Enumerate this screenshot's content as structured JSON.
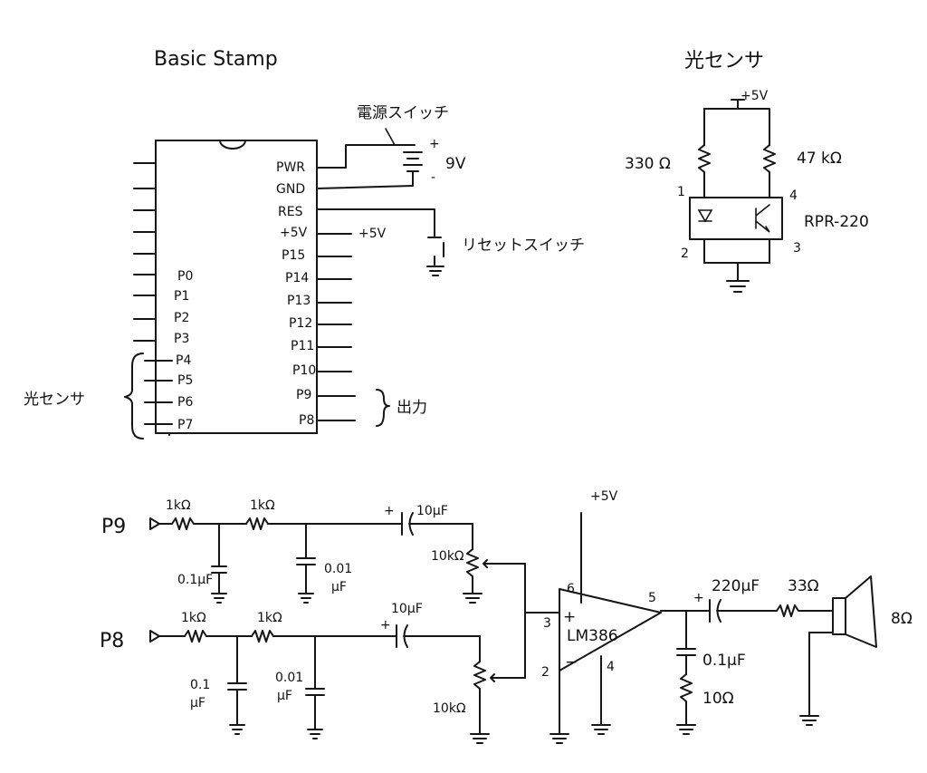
{
  "stamp": {
    "title": "Basic Stamp",
    "left_pins": [
      "P0",
      "P1",
      "P2",
      "P3",
      "P4",
      "P5",
      "P6",
      "P7"
    ],
    "right_pins": [
      "PWR",
      "GND",
      "RES",
      "+5V",
      "P15",
      "P14",
      "P13",
      "P12",
      "P11",
      "P10",
      "P9",
      "P8"
    ],
    "power_switch": "電源スイッチ",
    "battery": "9V",
    "battery_plus": "+",
    "battery_minus": "-",
    "reset_switch": "リセットスイッチ",
    "vcc": "+5V",
    "sensor_group": "光センサ",
    "output_group": "出力"
  },
  "sensor": {
    "title": "光センサ",
    "vcc": "+5V",
    "r1": "330 Ω",
    "r2": "47 kΩ",
    "part": "RPR-220",
    "pin1": "1",
    "pin2": "2",
    "pin3": "3",
    "pin4": "4"
  },
  "amp": {
    "ch1": {
      "input": "P9",
      "r1": "1kΩ",
      "r2": "1kΩ",
      "c1": "0.1μF",
      "c2a": "0.01",
      "c2b": "μF",
      "cap": "10μF",
      "cap_plus": "+",
      "pot": "10kΩ"
    },
    "ch2": {
      "input": "P8",
      "r1": "1kΩ",
      "r2": "1kΩ",
      "c1a": "0.1",
      "c1b": "μF",
      "c2a": "0.01",
      "c2b": "μF",
      "cap": "10μF",
      "cap_plus": "+",
      "pot": "10kΩ"
    },
    "ic": {
      "name": "LM386",
      "vcc": "+5V",
      "pin6": "6",
      "pin5": "5",
      "pin3": "3",
      "pin2": "2",
      "pin4": "4",
      "plus": "+",
      "minus": "−"
    },
    "out_cap": "220μF",
    "out_cap_plus": "+",
    "out_res": "33Ω",
    "zobel_cap": "0.1μF",
    "zobel_res": "10Ω",
    "speaker": "8Ω"
  }
}
